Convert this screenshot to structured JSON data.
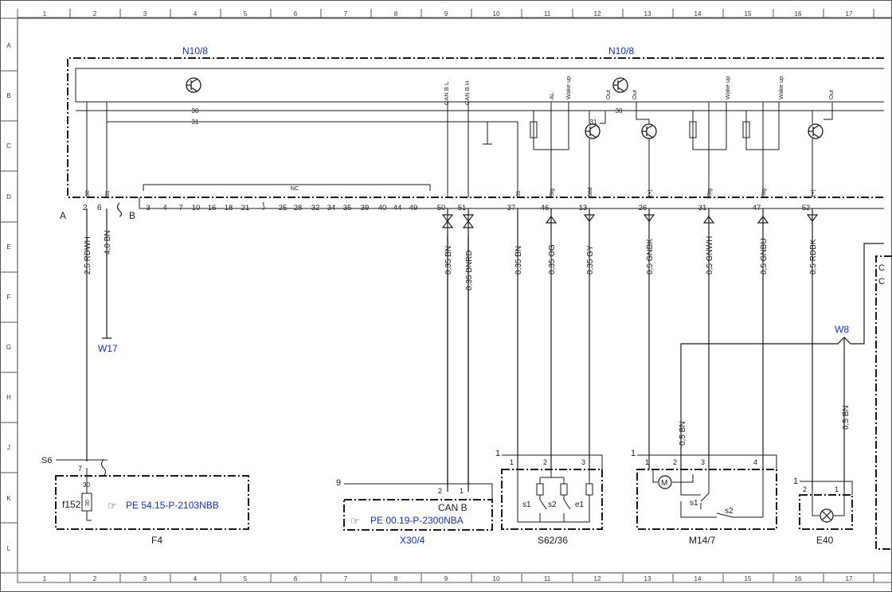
{
  "grid": {
    "columns": [
      "1",
      "2",
      "3",
      "4",
      "5",
      "6",
      "7",
      "8",
      "9",
      "10",
      "11",
      "12",
      "13",
      "14",
      "15",
      "16",
      "17"
    ],
    "rows": [
      "A",
      "B",
      "C",
      "D",
      "E",
      "F",
      "G",
      "H",
      "J",
      "K",
      "L"
    ]
  },
  "module": {
    "name_left": "N10/8",
    "name_right": "N10/8",
    "connector_a": "A",
    "connector_b": "B",
    "bus_30": "30",
    "bus_31": "31",
    "nc": "NC",
    "can_bl": "CAN B L",
    "can_bh": "CAN B H",
    "al": "AL",
    "wake_up": "Wake up",
    "out": "Out"
  },
  "pins_a": [
    "2",
    "6"
  ],
  "pin_fn_a": [
    "30",
    "31"
  ],
  "pins_b": [
    "3",
    "4",
    "7",
    "10",
    "16",
    "18",
    "21",
    "25",
    "28",
    "32",
    "34",
    "35",
    "39",
    "40",
    "44",
    "49"
  ],
  "wires": [
    {
      "pin": "50",
      "fn": "",
      "label": "0,35 BN"
    },
    {
      "pin": "51",
      "fn": "",
      "label": "0,35 BNRD"
    },
    {
      "pin": "37",
      "fn": "31",
      "label": "0,35 BN"
    },
    {
      "pin": "46",
      "fn": "Sig",
      "label": "0,35 OG"
    },
    {
      "pin": "13",
      "fn": "58d",
      "label": "0,35 GY"
    },
    {
      "pin": "26",
      "fn": "(+)",
      "label": "0,5 GNBK"
    },
    {
      "pin": "31",
      "fn": "Sig",
      "label": "0,5 GNWH"
    },
    {
      "pin": "47",
      "fn": "Sig",
      "label": "0,5 GNBU"
    },
    {
      "pin": "52",
      "fn": "(+)",
      "label": "0,5 RDBK"
    }
  ],
  "wire_a2": "2,5 RDWH",
  "wire_a6": "4,0 BN",
  "w17": "W17",
  "w8": "W8",
  "wire_w8_left": "0,5 BN",
  "wire_w8_right": "0,5 BN",
  "f4": {
    "name": "F4",
    "s6": "S6",
    "pin7": "7",
    "pin30_top": "30",
    "fuse": "f152",
    "fuse_inner": "30",
    "ref": "PE 54.15-P-2103NBB"
  },
  "x30": {
    "name": "X30/4",
    "pin_count": "9",
    "pins": [
      "2",
      "1"
    ],
    "can": "CAN B",
    "ref": "PE 00.19-P-2300NBA"
  },
  "s62": {
    "name": "S62/36",
    "index": "1",
    "pins": [
      "1",
      "2",
      "3"
    ],
    "s1": "s1",
    "s2": "s2",
    "e1": "e1"
  },
  "m14": {
    "name": "M14/7",
    "index": "1",
    "pins": [
      "1",
      "2",
      "3",
      "4"
    ],
    "motor": "M",
    "s1": "s1",
    "s2": "s2"
  },
  "e40": {
    "name": "E40",
    "index": "1",
    "pins": [
      "2",
      "1"
    ]
  },
  "partial_right": [
    "C",
    "C"
  ],
  "colors": {
    "ink": "#1a1a1a",
    "ref": "#1030c8",
    "grid": "#555555"
  }
}
